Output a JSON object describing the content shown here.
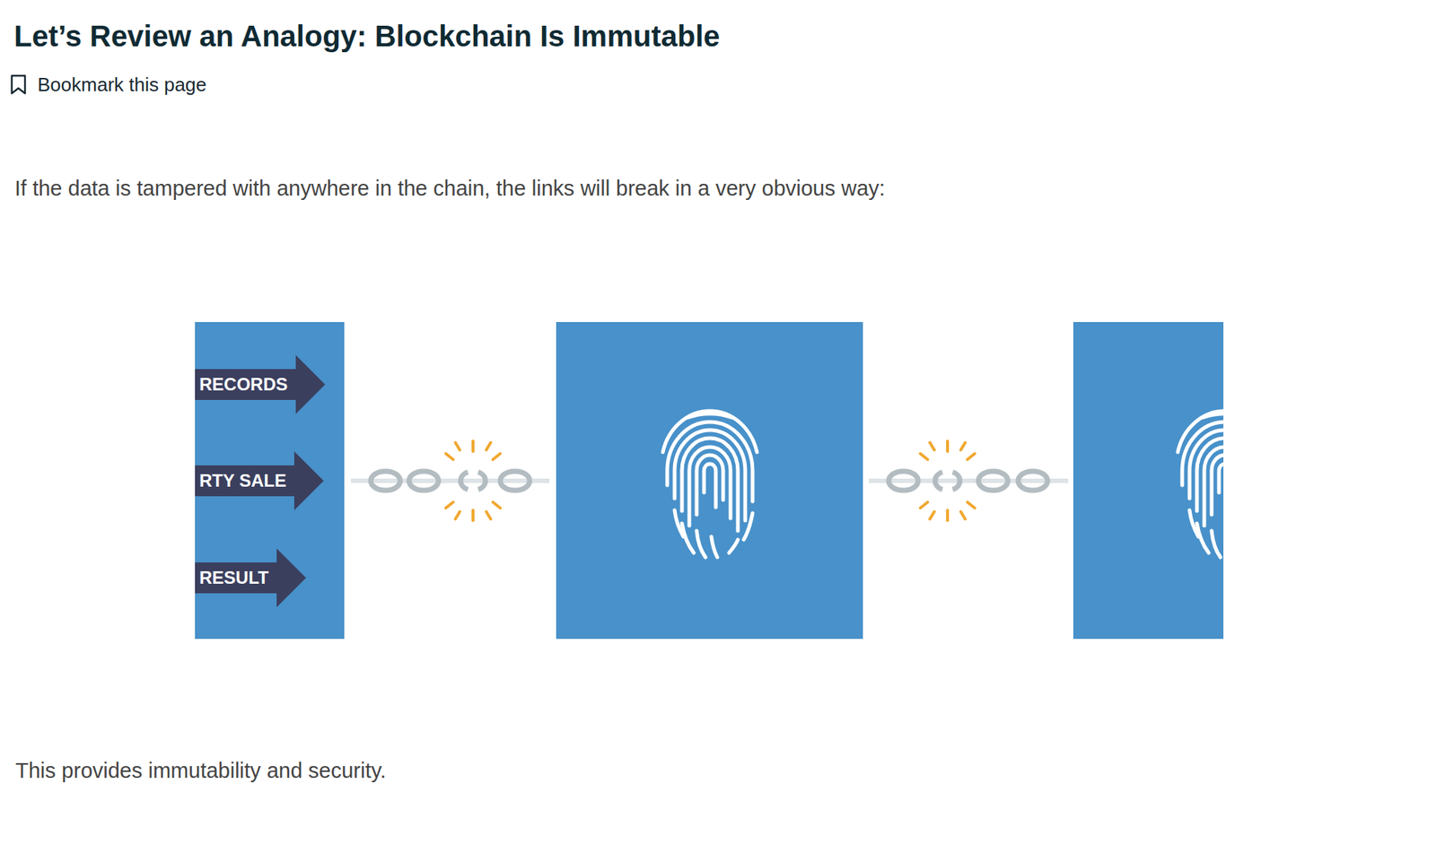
{
  "diagram": {
    "title": "Let’s Review an Analogy: Blockchain Is Immutable",
    "caption": "This provides immutability and security.",
    "nodes": [
      {
        "text": [
          "RECORDS"
        ]
      },
      {
        "text": [
          "RTY SALE"
        ]
      },
      {
        "text": [
          "RESULT"
        ]
      }
    ],
    "labels": [
      "Bookmark this page",
      "If the data is tampered with anywhere in the chain, the links will break in a very obvious way:"
    ]
  }
}
